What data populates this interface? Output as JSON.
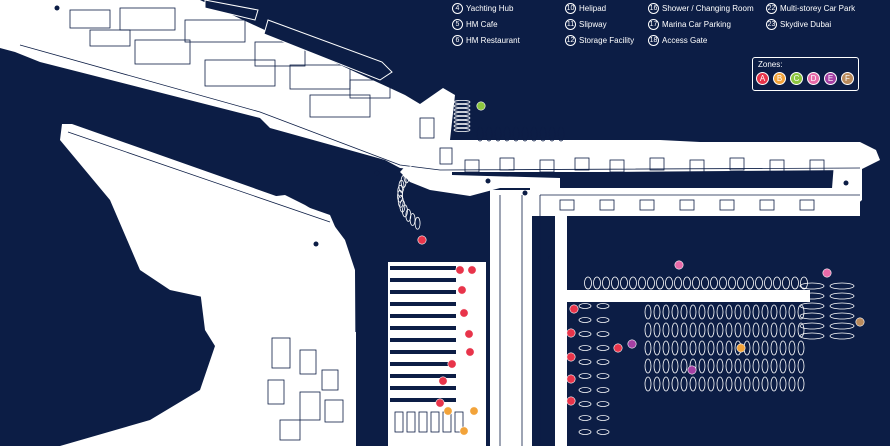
{
  "legend": {
    "columns": [
      [
        {
          "num": "4",
          "label": "Yachting Hub"
        },
        {
          "num": "5",
          "label": "HM Cafe"
        },
        {
          "num": "6",
          "label": "HM Restaurant"
        }
      ],
      [
        {
          "num": "10",
          "label": "Helipad"
        },
        {
          "num": "11",
          "label": "Slipway"
        },
        {
          "num": "12",
          "label": "Storage Facility"
        }
      ],
      [
        {
          "num": "16",
          "label": "Shower / Changing Room"
        },
        {
          "num": "17",
          "label": "Marina Car Parking"
        },
        {
          "num": "18",
          "label": "Access Gate"
        }
      ],
      [
        {
          "num": "22",
          "label": "Multi-storey Car Park"
        },
        {
          "num": "23",
          "label": "Skydive Dubai"
        }
      ]
    ]
  },
  "zones": {
    "title": "Zones:",
    "items": [
      {
        "letter": "A",
        "color": "#e8344a"
      },
      {
        "letter": "B",
        "color": "#f2a33a"
      },
      {
        "letter": "C",
        "color": "#8cc63f"
      },
      {
        "letter": "D",
        "color": "#e86aa8"
      },
      {
        "letter": "E",
        "color": "#a43fa3"
      },
      {
        "letter": "F",
        "color": "#b98a5c"
      }
    ]
  },
  "colors": {
    "water": "#0c1d45",
    "land": "#ffffff",
    "outline": "#0c1d45"
  }
}
